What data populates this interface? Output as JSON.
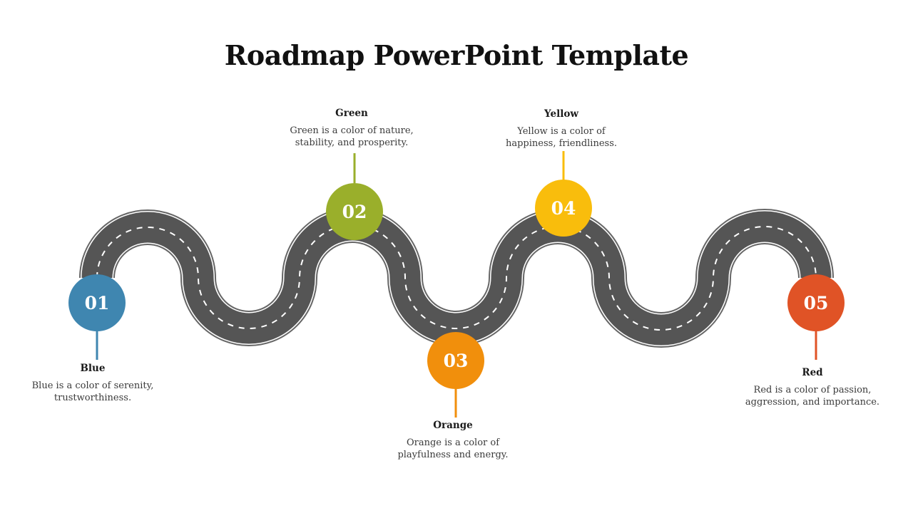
{
  "slide": {
    "title": "Roadmap PowerPoint Template"
  },
  "road": {
    "surface_color": "#555555",
    "edge_color": "#666666",
    "lane_marking_color": "#ffffff"
  },
  "milestones": [
    {
      "number": "01",
      "title": "Blue",
      "description": "Blue is a color of serenity,\ntrustworthiness.",
      "color": "#3f86b0"
    },
    {
      "number": "02",
      "title": "Green",
      "description": "Green is a color of nature,\nstability, and prosperity.",
      "color": "#9aaf2b"
    },
    {
      "number": "03",
      "title": "Orange",
      "description": "Orange is a color of\nplayfulness and energy.",
      "color": "#f18f0c"
    },
    {
      "number": "04",
      "title": "Yellow",
      "description": "Yellow is a color of\nhappiness, friendliness.",
      "color": "#f9bd0c"
    },
    {
      "number": "05",
      "title": "Red",
      "description": "Red is a color of passion,\naggression, and importance.",
      "color": "#e05326"
    }
  ]
}
